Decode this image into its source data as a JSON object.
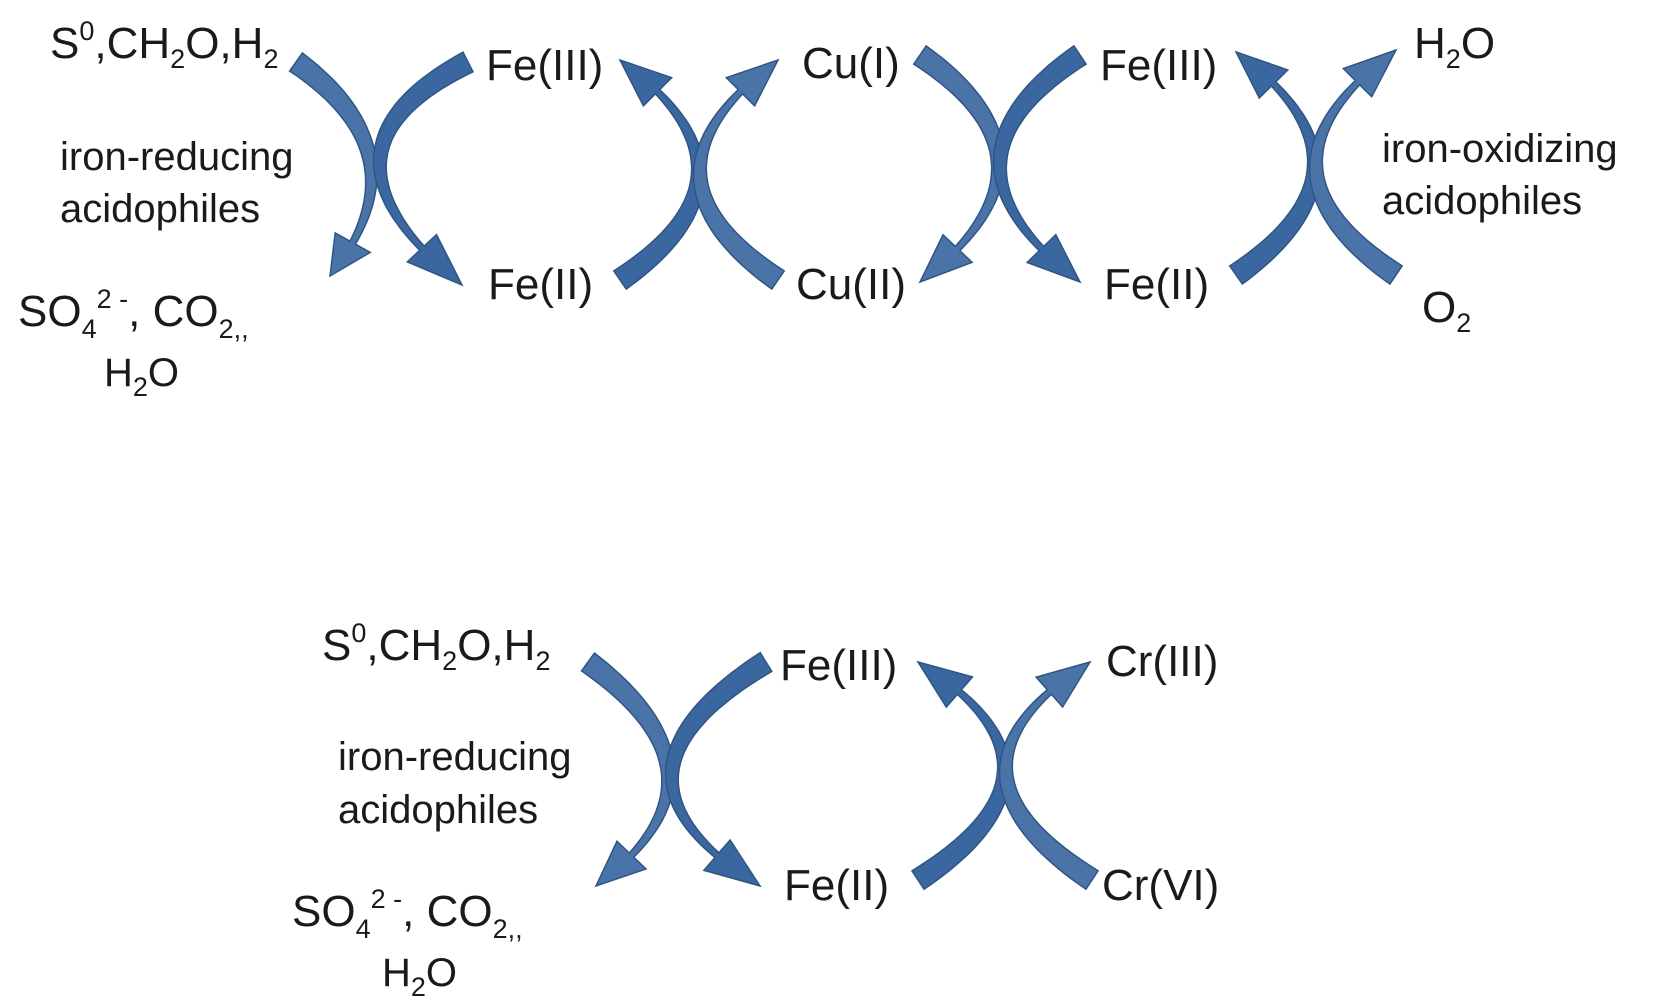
{
  "colors": {
    "arrow": "#4a74a8",
    "arrow_dark": "#2f5582",
    "text": "#1a1a1a"
  },
  "top_cycle": {
    "substrates": {
      "s": "S",
      "s_sup": "0",
      "ch": ",CH",
      "ch_sub": "2",
      "o_h": "O,H",
      "h_sub": "2"
    },
    "reducers_line1": "iron-reducing",
    "reducers_line2": "acidophiles",
    "products_line1": {
      "so": "SO",
      "so_sub": "4",
      "so_sup": "2 -",
      "co": ", CO",
      "co_sub": "2,,",
      "rest": ""
    },
    "products_line2": {
      "h": "H",
      "h_sub": "2",
      "o": "O"
    },
    "fe3_a": "Fe(III)",
    "fe2_a": "Fe(II)",
    "cu1": "Cu(I)",
    "cu2": "Cu(II)",
    "fe3_b": "Fe(III)",
    "fe2_b": "Fe(II)",
    "water": {
      "h": "H",
      "h_sub": "2",
      "o": "O"
    },
    "oxygen": {
      "o": "O",
      "o_sub": "2"
    },
    "oxidizers_line1": "iron-oxidizing",
    "oxidizers_line2": "acidophiles"
  },
  "bottom_cycle": {
    "substrates": {
      "s": "S",
      "s_sup": "0",
      "ch": ",CH",
      "ch_sub": "2",
      "o_h": "O,H",
      "h_sub": "2"
    },
    "reducers_line1": "iron-reducing",
    "reducers_line2": "acidophiles",
    "products_line1": {
      "so": "SO",
      "so_sub": "4",
      "so_sup": "2 -",
      "co": ", CO",
      "co_sub": "2,,",
      "rest": ""
    },
    "products_line2": {
      "h": "H",
      "h_sub": "2",
      "o": "O"
    },
    "fe3": "Fe(III)",
    "fe2": "Fe(II)",
    "cr3": "Cr(III)",
    "cr6": "Cr(VI)"
  }
}
